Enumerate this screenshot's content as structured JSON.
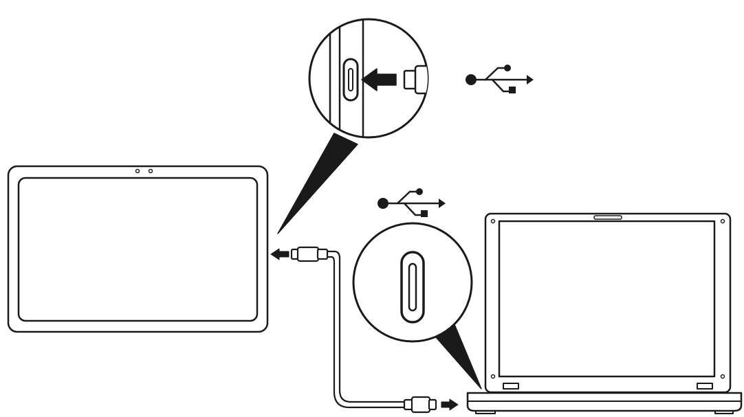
{
  "diagram": {
    "line_color": "#1a1a1a",
    "fill_color": "#ffffff",
    "icons": [
      "usb-icon",
      "usb-icon"
    ],
    "devices": [
      "tablet",
      "laptop"
    ],
    "connectors": [
      "usb-c-cable",
      "usb-c-port"
    ]
  }
}
